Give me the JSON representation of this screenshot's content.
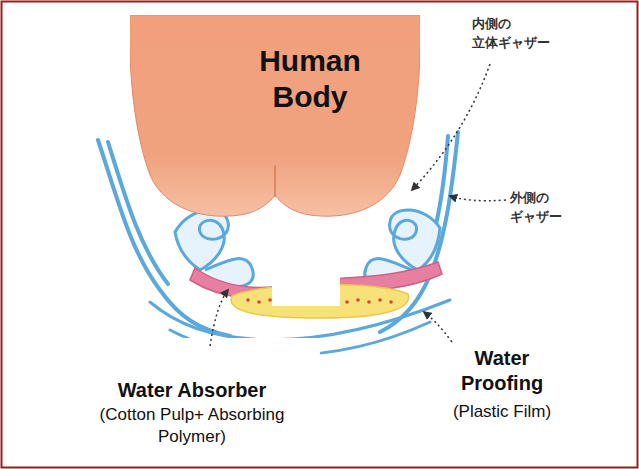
{
  "diagram": {
    "nodes": [
      {
        "text": [
          "Human Body"
        ]
      }
    ],
    "labels": [
      "内側の 立体ギャザー",
      "外側の ギャザー",
      "Water Absorber",
      "(Cotton Pulp+ Absorbing Polymer)",
      "Water Proofing",
      "(Plastic Film)"
    ]
  }
}
